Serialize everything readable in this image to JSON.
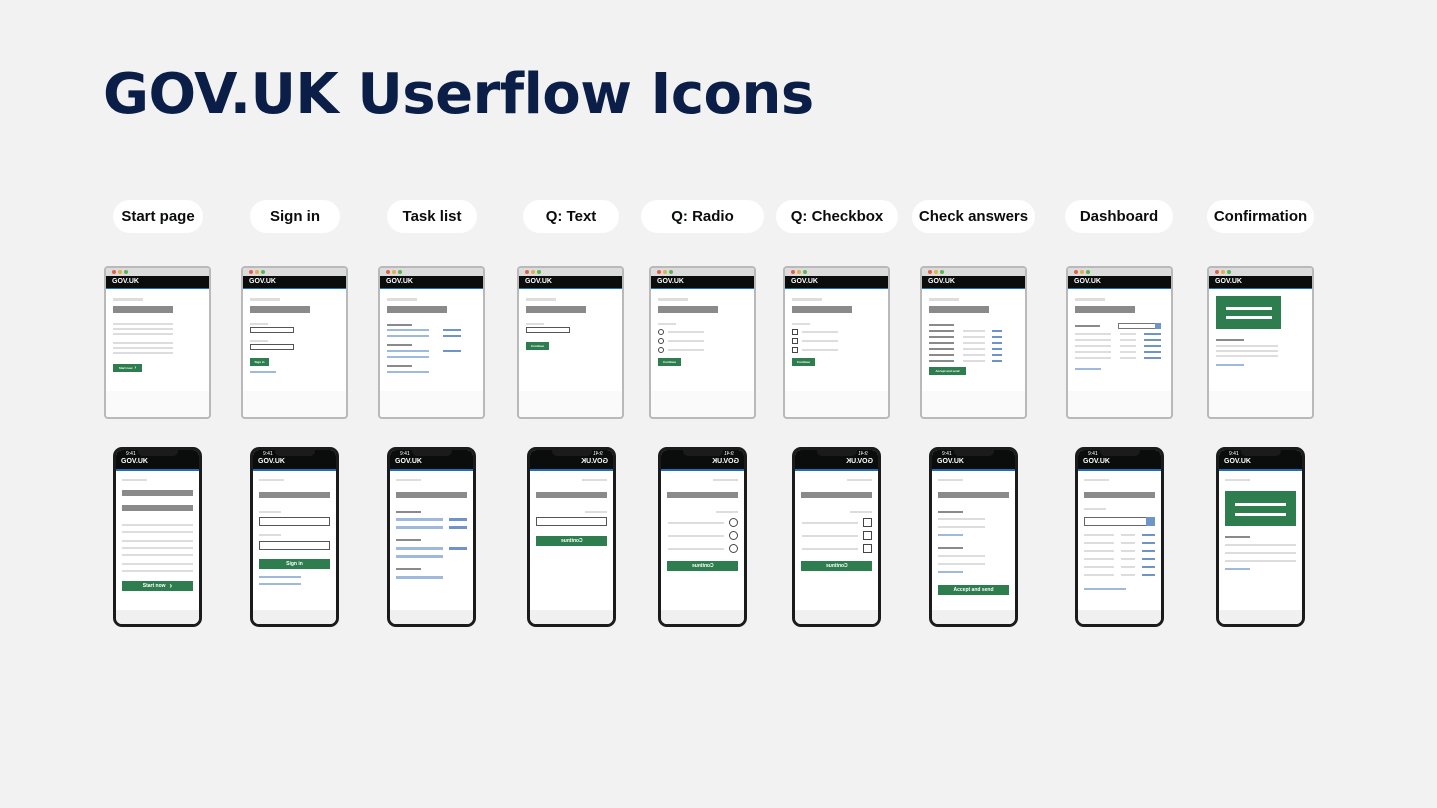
{
  "title": "GOV.UK Userflow Icons",
  "logo_text": "GOV.UK",
  "phone_time": "9:41",
  "labels": [
    "Start page",
    "Sign in",
    "Task list",
    "Q: Text",
    "Q: Radio",
    "Q: Checkbox",
    "Check answers",
    "Dashboard",
    "Confirmation"
  ],
  "desktop_buttons": {
    "start": "Start now",
    "signin": "Sign in",
    "continue": "Continue",
    "accept": "Accept and send"
  },
  "phone_buttons": {
    "start": "Start now",
    "signin": "Sign in",
    "continue": "Continue",
    "accept": "Accept and send"
  },
  "colors": {
    "background": "#f2f2f2",
    "title": "#0b1e47",
    "govuk_green": "#2e7d4f",
    "govuk_blue": "#1d70b8",
    "header_black": "#0b0c0c",
    "link_blue": "#9fb9dc",
    "grey_bar": "#8a8a8a"
  },
  "icons": {
    "arrow": "chevron-right-icon",
    "window_dots": [
      "#e0604e",
      "#e2b04a",
      "#5bb45c"
    ]
  }
}
